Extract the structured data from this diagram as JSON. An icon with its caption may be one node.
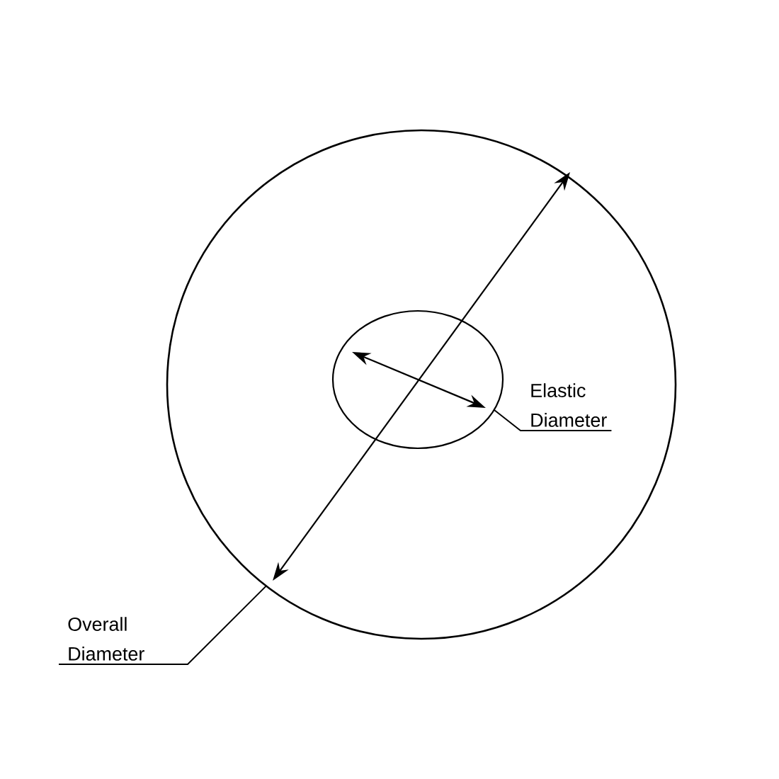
{
  "diagram": {
    "nodes": [
      {
        "text": [],
        "shape": "circle"
      },
      {
        "text": [],
        "shape": "circle",
        "in": 0
      },
      {
        "text": [
          "Elastic Diameter"
        ],
        "in": 0
      },
      {
        "text": [
          "Overall Diameter"
        ]
      }
    ],
    "edges": [
      {
        "from": 2,
        "to": 1,
        "arrow": "none"
      },
      {
        "from": 3,
        "to": 0,
        "arrow": "none"
      }
    ]
  }
}
